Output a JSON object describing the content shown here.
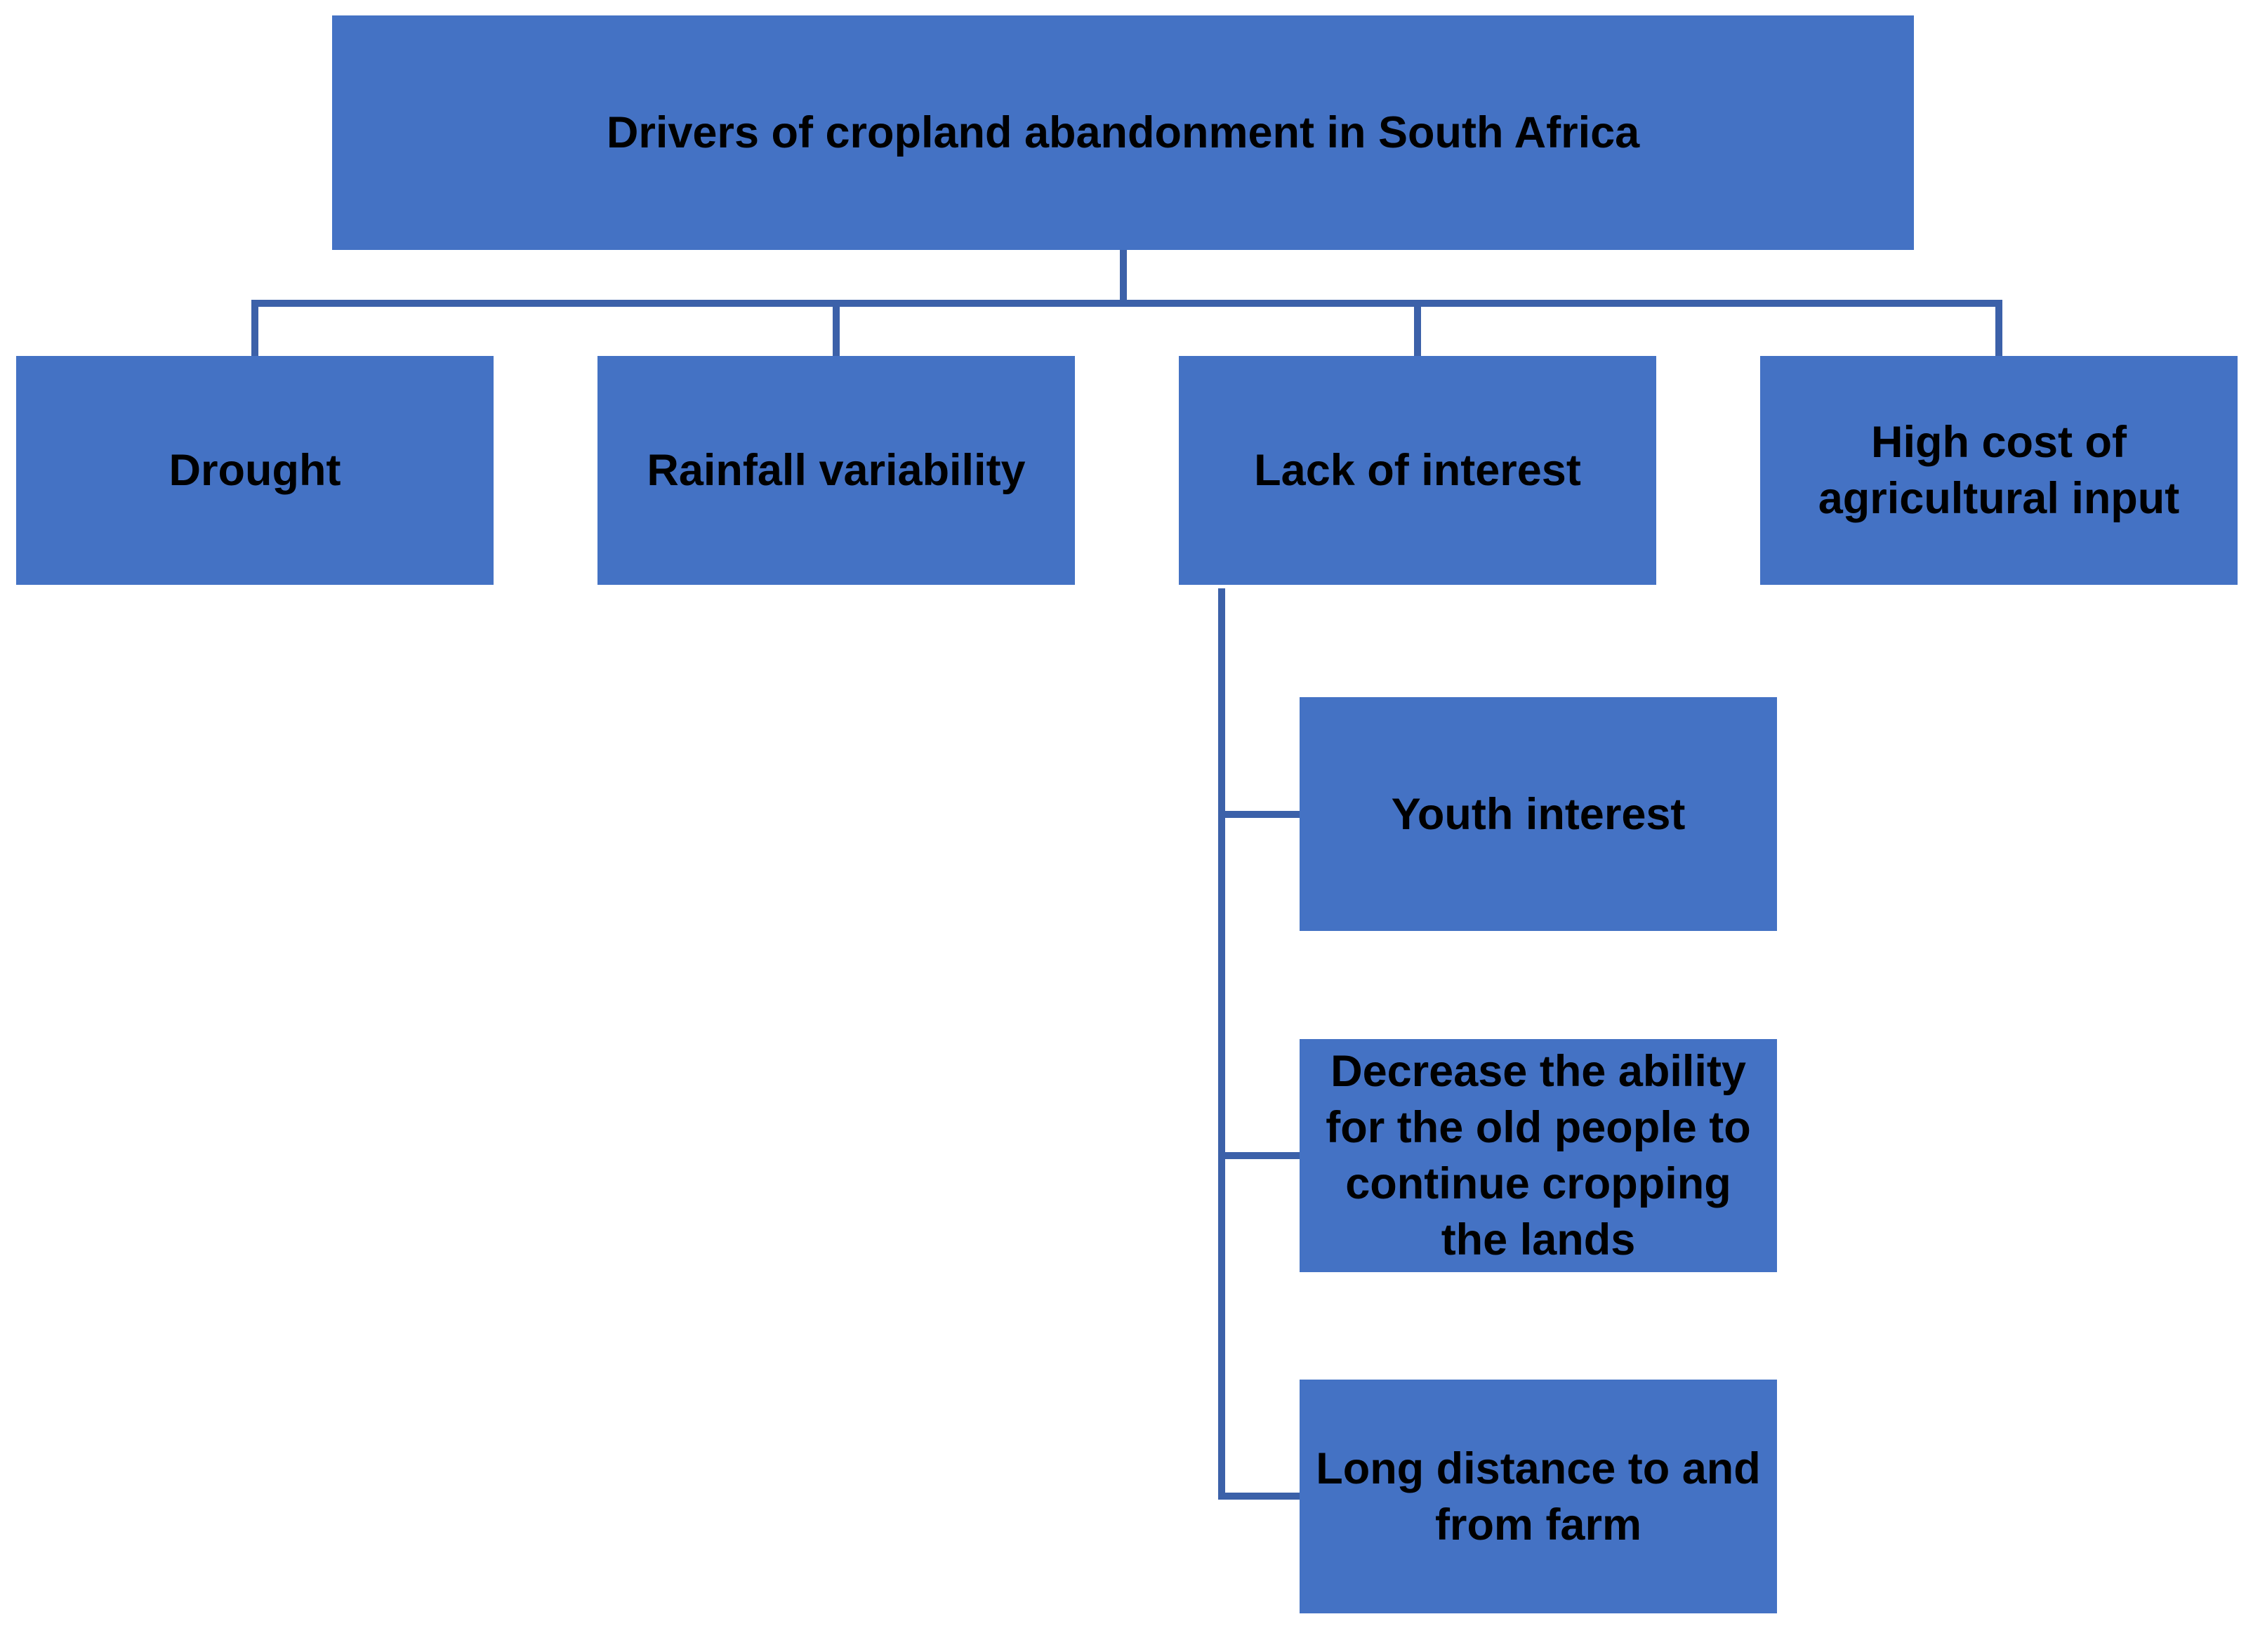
{
  "diagram": {
    "title": "Drivers of cropland abandonment in South Africa",
    "colors": {
      "box_fill": "#4472C4",
      "connector": "#3C61A9",
      "text": "#000000",
      "background": "#FFFFFF"
    },
    "level1": [
      {
        "label": "Drought"
      },
      {
        "label": "Rainfall variability"
      },
      {
        "label": "Lack of interest"
      },
      {
        "label": "High cost of\nagricultural input"
      }
    ],
    "level2_parent": "Lack of interest",
    "level2": [
      {
        "label": "Youth interest"
      },
      {
        "label": "Decrease the ability\nfor the old people to\ncontinue cropping\nthe lands"
      },
      {
        "label": "Long distance to and\nfrom farm"
      }
    ]
  }
}
